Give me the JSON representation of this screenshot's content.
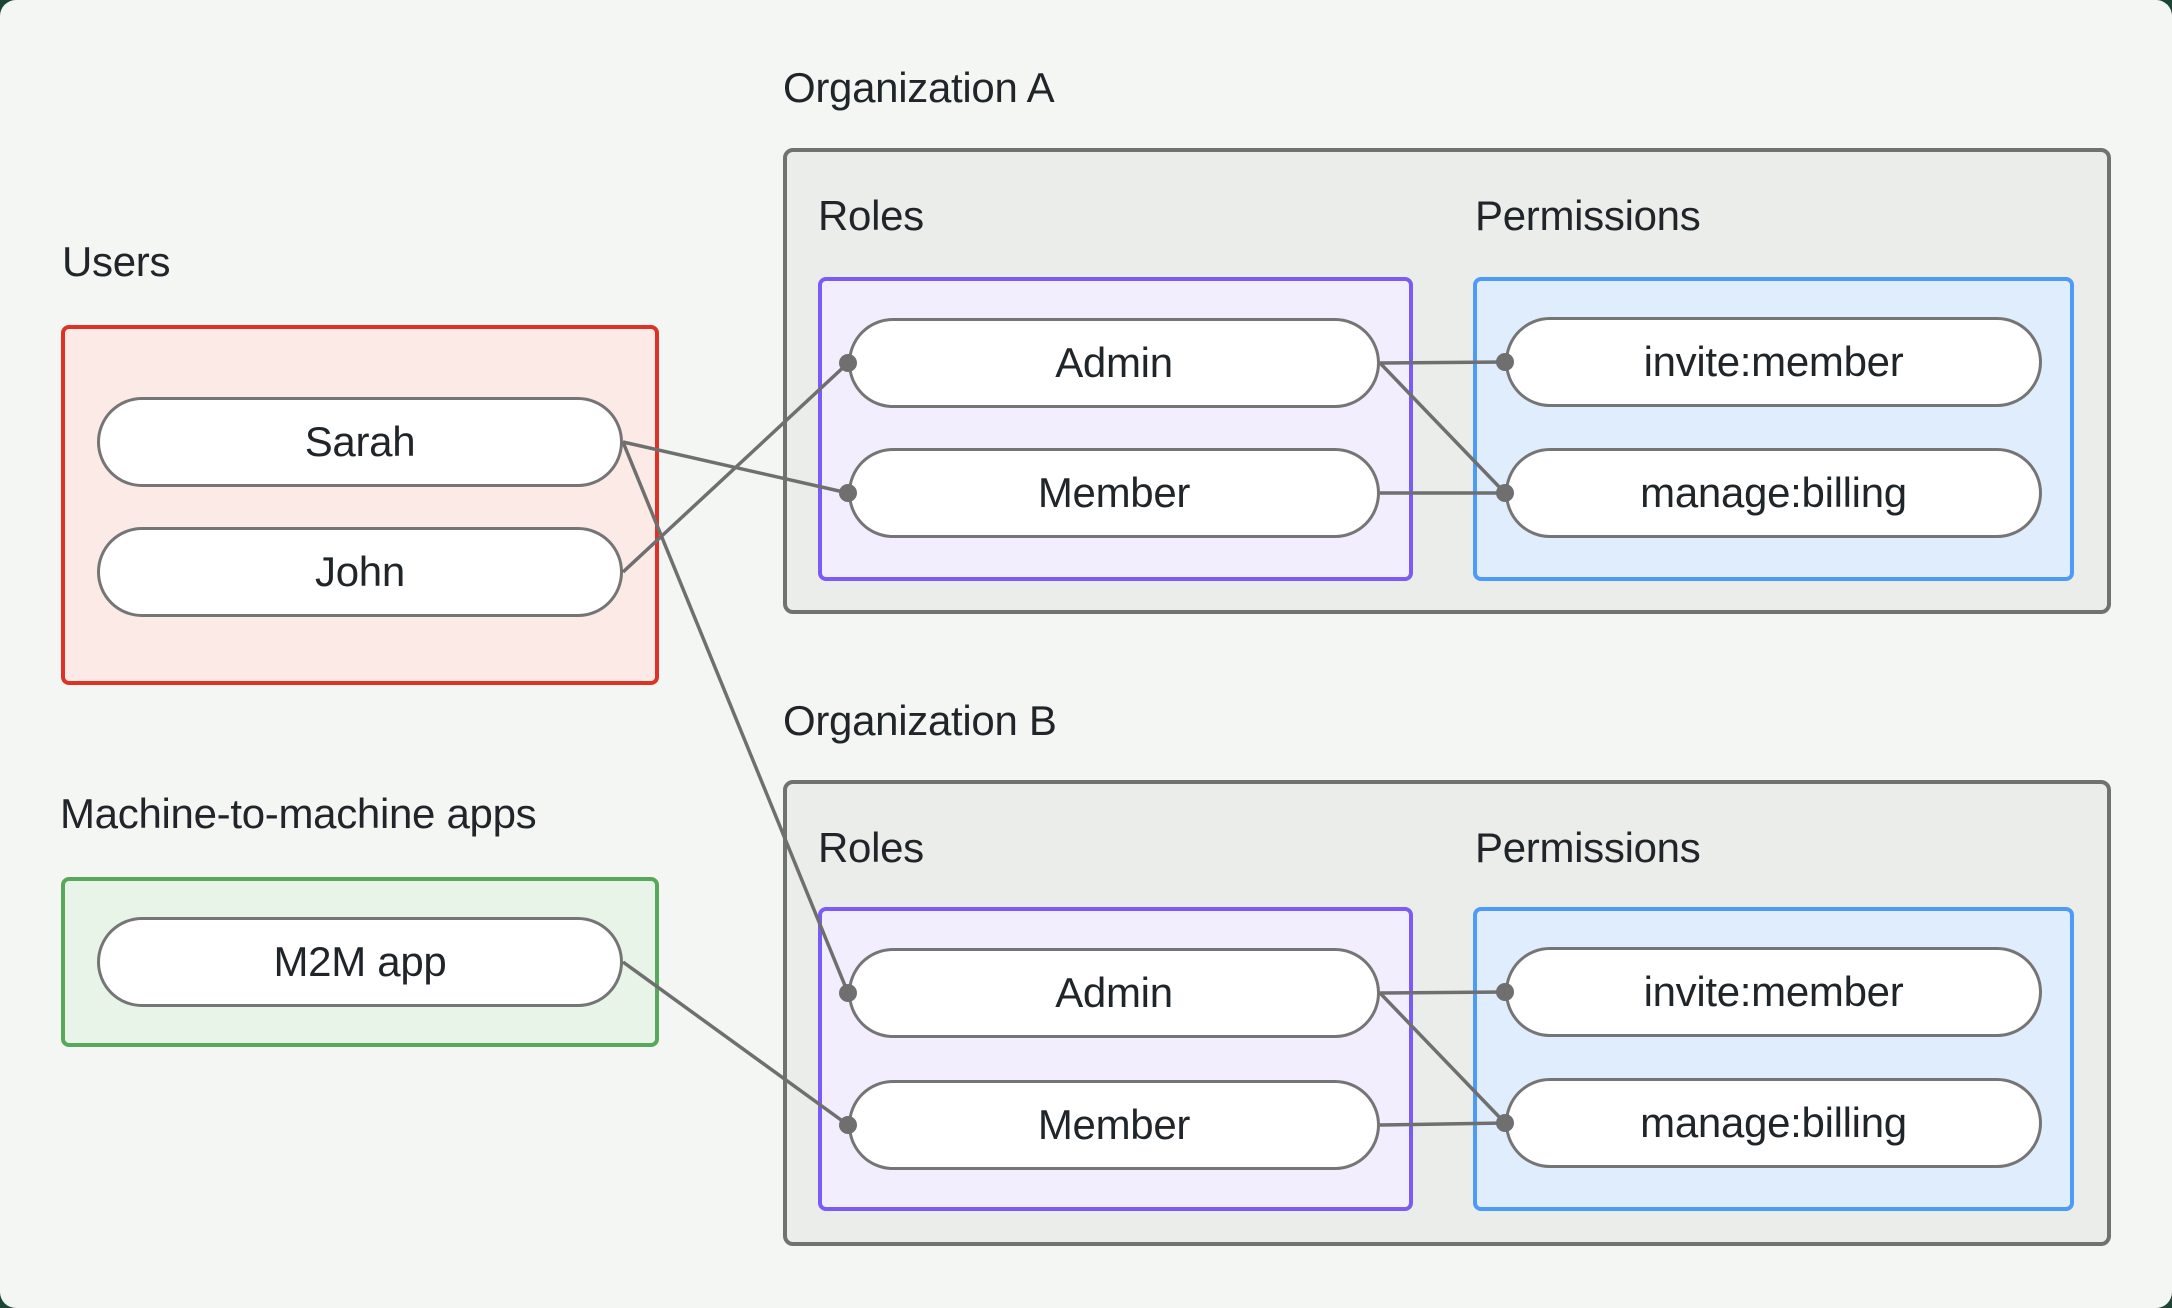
{
  "diagram_title": "Users, machine-to-machine apps, organization roles and permissions",
  "colors": {
    "page_background": "#1c4534",
    "canvas_background": "#f4f6f4",
    "org_box_fill": "#ebedeb",
    "org_box_border": "#6f736f",
    "users_border": "#df3227",
    "users_fill": "#fceae7",
    "m2m_border": "#57a85b",
    "m2m_fill": "#e9f4e9",
    "roles_border": "#7b5bf7",
    "roles_fill": "#f3eefe",
    "permissions_border": "#4d9bf8",
    "permissions_fill": "#dfedfc",
    "pill_border": "#757575",
    "edge_color": "#6f6f6f",
    "text_color": "#20252a"
  },
  "users_group": {
    "label": "Users",
    "items": [
      {
        "label": "Sarah"
      },
      {
        "label": "John"
      }
    ]
  },
  "m2m_group": {
    "label": "Machine-to-machine apps",
    "items": [
      {
        "label": "M2M app"
      }
    ]
  },
  "organizations": [
    {
      "label": "Organization A",
      "roles": {
        "label": "Roles",
        "items": [
          {
            "label": "Admin"
          },
          {
            "label": "Member"
          }
        ]
      },
      "permissions": {
        "label": "Permissions",
        "items": [
          {
            "label": "invite:member"
          },
          {
            "label": "manage:billing"
          }
        ]
      }
    },
    {
      "label": "Organization B",
      "roles": {
        "label": "Roles",
        "items": [
          {
            "label": "Admin"
          },
          {
            "label": "Member"
          }
        ]
      },
      "permissions": {
        "label": "Permissions",
        "items": [
          {
            "label": "invite:member"
          },
          {
            "label": "manage:billing"
          }
        ]
      }
    }
  ],
  "connections": [
    {
      "from": "Sarah",
      "to": "Organization A / Member"
    },
    {
      "from": "John",
      "to": "Organization A / Admin"
    },
    {
      "from": "Sarah",
      "to": "Organization B / Admin"
    },
    {
      "from": "M2M app",
      "to": "Organization B / Member"
    },
    {
      "from": "Organization A / Admin",
      "to": "Organization A / invite:member"
    },
    {
      "from": "Organization A / Admin",
      "to": "Organization A / manage:billing"
    },
    {
      "from": "Organization A / Member",
      "to": "Organization A / manage:billing"
    },
    {
      "from": "Organization B / Admin",
      "to": "Organization B / invite:member"
    },
    {
      "from": "Organization B / Admin",
      "to": "Organization B / manage:billing"
    },
    {
      "from": "Organization B / Member",
      "to": "Organization B / manage:billing"
    }
  ]
}
